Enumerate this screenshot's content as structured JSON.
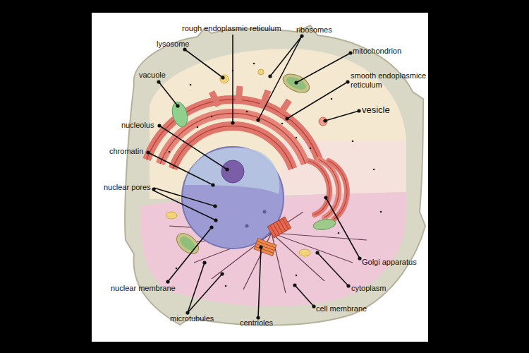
{
  "diagram": {
    "labels": [
      "rough endoplasmic reticulum",
      "ribosomes",
      "lysosome",
      "mitochondrion",
      "vacuole",
      "smooth endoplasmice reticulum",
      "vesicle",
      "nucleolus",
      "chromatin",
      "nuclear pores",
      "Golgi apparatus",
      "nuclear membrane",
      "cytoplasm",
      "cell membrane",
      "microtubules",
      "centrioles"
    ]
  }
}
